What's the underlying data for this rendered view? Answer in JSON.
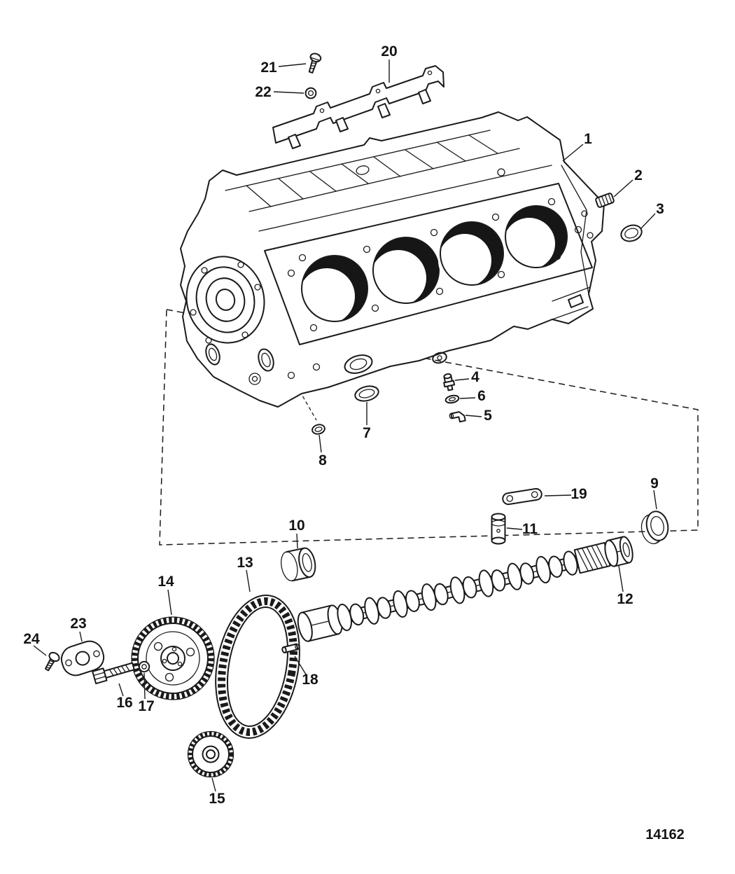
{
  "figure": {
    "number": "14162"
  },
  "callouts": [
    "1",
    "2",
    "3",
    "4",
    "5",
    "6",
    "7",
    "8",
    "9",
    "10",
    "11",
    "12",
    "13",
    "14",
    "15",
    "16",
    "17",
    "18",
    "19",
    "20",
    "21",
    "22",
    "23",
    "24"
  ],
  "colors": {
    "ink": "#1a1a1a",
    "paper": "#ffffff"
  }
}
